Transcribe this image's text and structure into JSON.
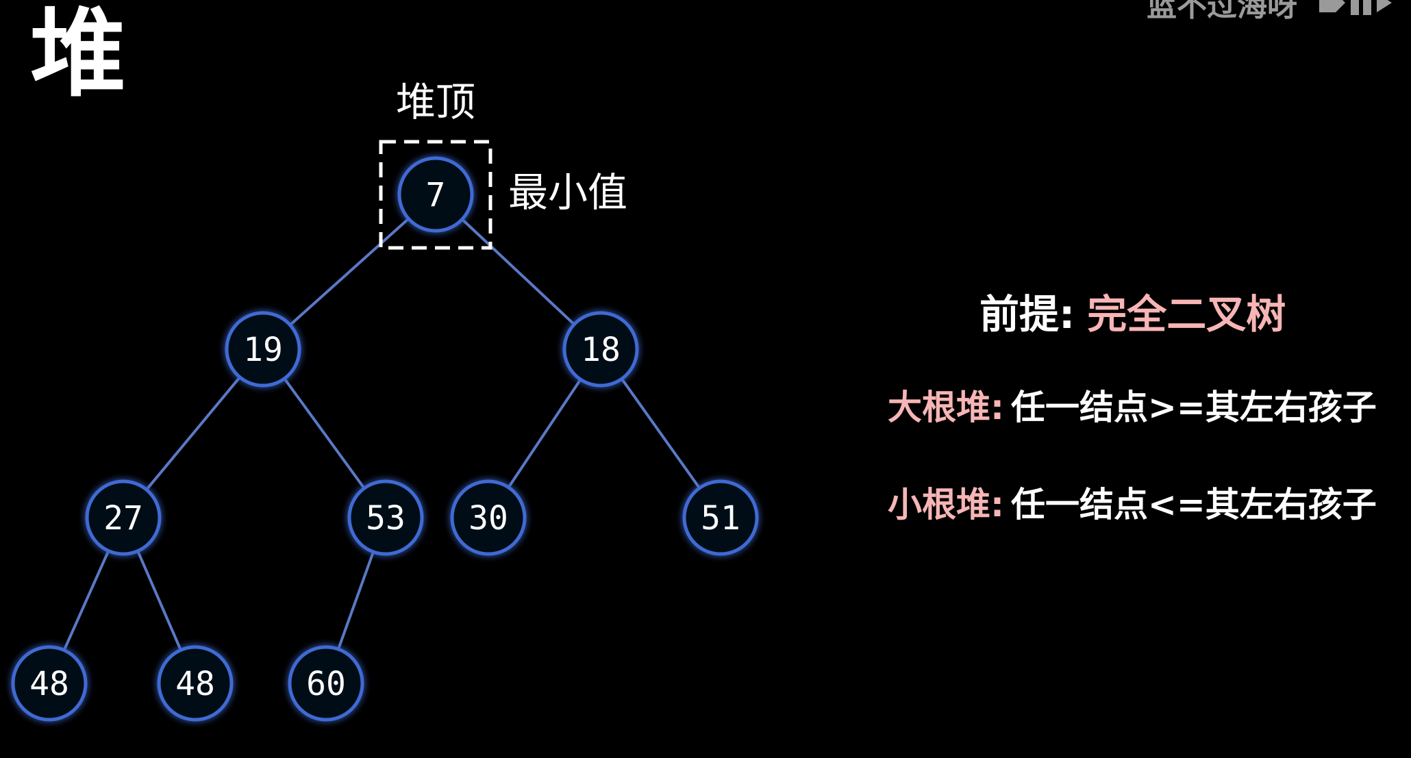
{
  "title": "堆",
  "watermark": {
    "text": "蓝不过海呀",
    "logo_icon": "bilibili-logo-icon"
  },
  "labels": {
    "heap_top": "堆顶",
    "min_value": "最小值"
  },
  "rules": {
    "premise_key": "前提:",
    "premise_value": "完全二叉树",
    "max_heap_key": "大根堆:",
    "max_heap_value": "任一结点>=其左右孩子",
    "min_heap_key": "小根堆:",
    "min_heap_value": "任一结点<=其左右孩子"
  },
  "tree": {
    "nodes": [
      {
        "id": "n0",
        "value": "7"
      },
      {
        "id": "n1",
        "value": "19"
      },
      {
        "id": "n2",
        "value": "18"
      },
      {
        "id": "n3",
        "value": "27"
      },
      {
        "id": "n4",
        "value": "53"
      },
      {
        "id": "n5",
        "value": "30"
      },
      {
        "id": "n6",
        "value": "51"
      },
      {
        "id": "n7",
        "value": "48"
      },
      {
        "id": "n8",
        "value": "48"
      },
      {
        "id": "n9",
        "value": "60"
      }
    ],
    "edges": [
      [
        "n0",
        "n1"
      ],
      [
        "n0",
        "n2"
      ],
      [
        "n1",
        "n3"
      ],
      [
        "n1",
        "n4"
      ],
      [
        "n2",
        "n5"
      ],
      [
        "n2",
        "n6"
      ],
      [
        "n3",
        "n7"
      ],
      [
        "n3",
        "n8"
      ],
      [
        "n4",
        "n9"
      ]
    ]
  },
  "colors": {
    "background": "#000000",
    "node_stroke": "#3f6bd4",
    "edge": "#5a79c6",
    "accent_pink": "#f7b5b5"
  }
}
